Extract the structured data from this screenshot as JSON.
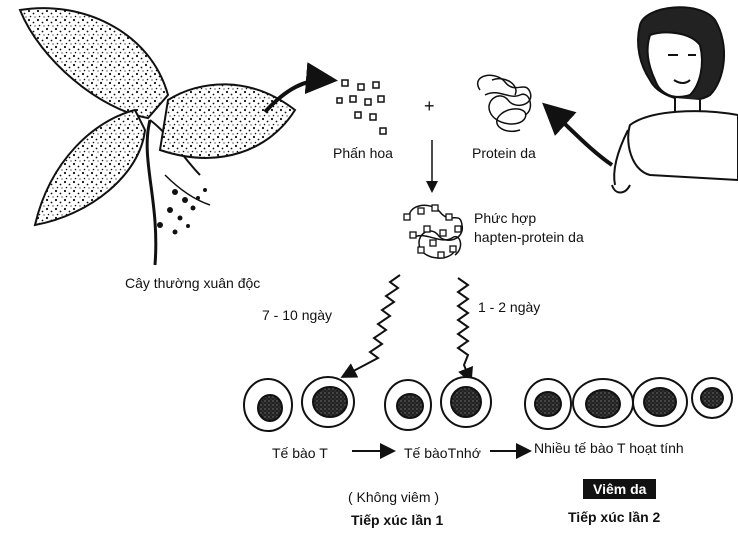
{
  "labels": {
    "plant": "Cây thường xuân độc",
    "pollen": "Phấn hoa",
    "plus": "+",
    "skin_protein": "Protein da",
    "complex_line1": "Phức hợp",
    "complex_line2": "hapten-protein da",
    "days_first": "7 - 10 ngày",
    "days_second": "1 - 2 ngày",
    "t_cell": "Tế bào T",
    "memory_cell": "Tế bàoTnhớ",
    "many_active": "Nhiều tế bào T hoạt tính",
    "no_inflammation": "( Không viêm )",
    "first_contact": "Tiếp xúc lần 1",
    "dermatitis": "Viêm da",
    "second_contact": "Tiếp xúc lần 2"
  },
  "colors": {
    "ink": "#111111",
    "background": "#ffffff"
  }
}
